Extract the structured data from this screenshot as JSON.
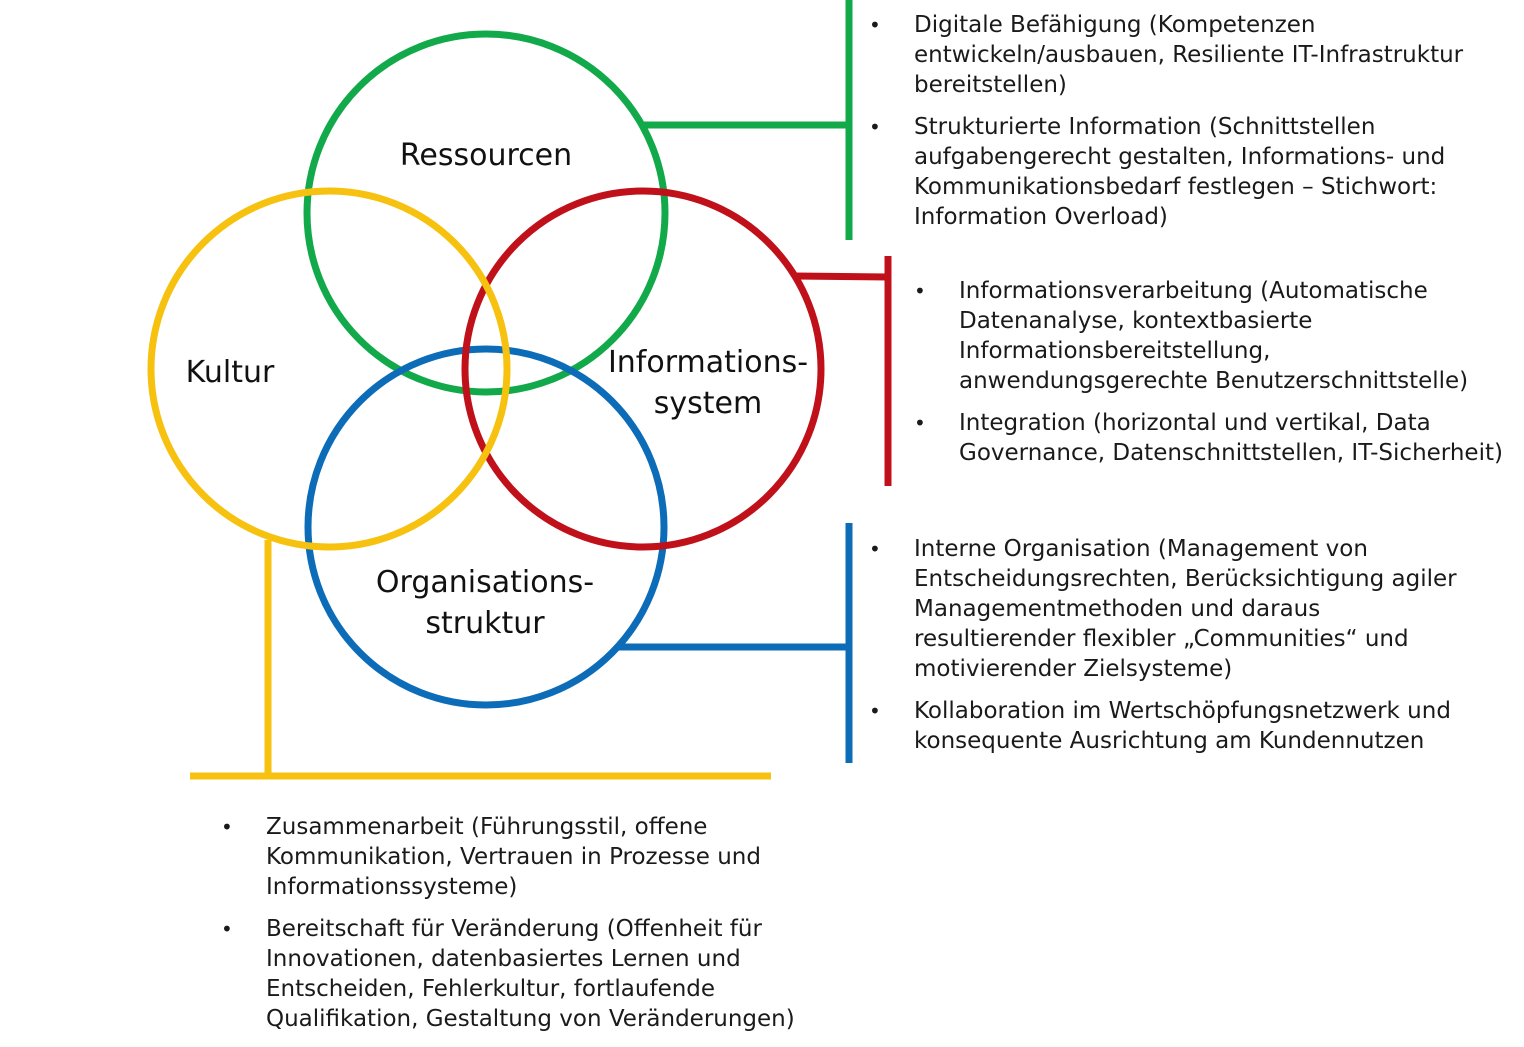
{
  "colors": {
    "ressourcen": "#12a94a",
    "informationssystem": "#c0111b",
    "organisationsstruktur": "#0d6cb8",
    "kultur": "#f7c10f"
  },
  "circles": {
    "ressourcen": {
      "label_line1": "Ressourcen"
    },
    "informationssystem": {
      "label_line1": "Informations-",
      "label_line2": "system"
    },
    "organisationsstruktur": {
      "label_line1": "Organisations-",
      "label_line2": "struktur"
    },
    "kultur": {
      "label_line1": "Kultur"
    }
  },
  "bullet_char": "•",
  "lists": {
    "ressourcen": [
      "Digitale Befähigung (Kompetenzen entwickeln/ausbauen, Resiliente IT-Infrastruktur bereitstellen)",
      "Strukturierte Information (Schnittstellen aufgabengerecht gestalten, Informations- und Kommunikationsbedarf festlegen – Stichwort: Information Overload)"
    ],
    "informationssystem": [
      "Informationsverarbeitung (Automatische Datenanalyse, kontextbasierte Informationsbereitstellung, anwendungsgerechte Benutzerschnittstelle)",
      "Integration (horizontal und vertikal, Data Governance, Datenschnittstellen, IT-Sicherheit)"
    ],
    "organisationsstruktur": [
      "Interne Organisation (Management von Entscheidungsrechten, Berücksichtigung agiler Managementmethoden und daraus resultierender flexibler „Communities“ und motivierender Zielsysteme)",
      "Kollaboration im Wertschöpfungsnetzwerk und konsequente Ausrichtung am Kundennutzen"
    ],
    "kultur": [
      "Zusammenarbeit (Führungsstil, offene Kommunikation, Vertrauen in Prozesse und Informationssysteme)",
      "Bereitschaft für Veränderung (Offenheit für Innovationen, datenbasiertes Lernen und Entscheiden, Fehlerkultur, fortlaufende Qualifikation, Gestaltung von Veränderungen)"
    ]
  }
}
